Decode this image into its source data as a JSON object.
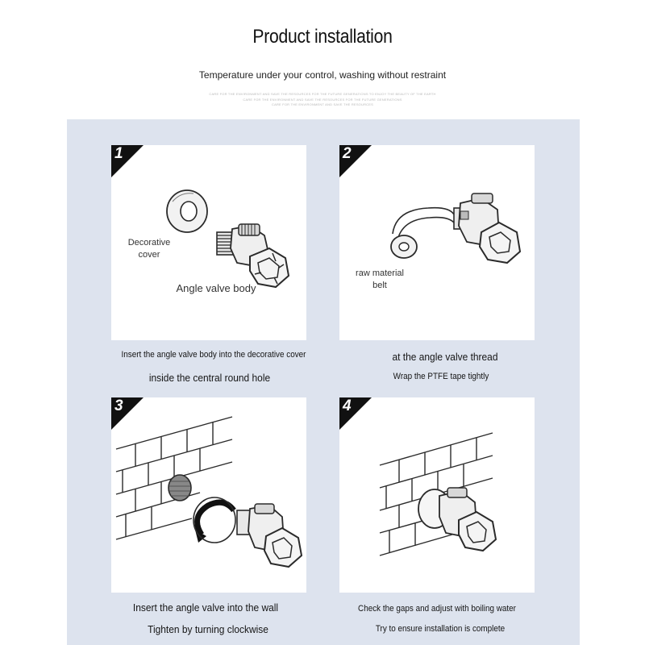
{
  "header": {
    "title": "Product installation",
    "subtitle": "Temperature under your control, washing without restraint",
    "fine_print": [
      "CARE FOR THE ENVIRONMENT AND SAVE THE RESOURCES FOR THE FUTURE GENERATIONS TO ENJOY THE BEAUTY OF THE EARTH",
      "CARE FOR THE ENVIRONMENT AND SAVE THE RESOURCES FOR THE FUTURE GENERATIONS",
      "CARE FOR THE ENVIRONMENT AND SAVE THE RESOURCES"
    ]
  },
  "steps": [
    {
      "number": "1",
      "labels": [
        "Decorative\ncover",
        "Angle valve body"
      ],
      "caption_top": "Insert the angle valve body into the decorative cover",
      "caption_bottom": "inside the central round hole"
    },
    {
      "number": "2",
      "labels": [
        "raw material\nbelt"
      ],
      "caption_top": "at the angle valve thread",
      "caption_bottom": "Wrap the PTFE tape tightly"
    },
    {
      "number": "3",
      "labels": [],
      "caption_top": "Insert the angle valve into the wall",
      "caption_bottom": "Tighten by turning clockwise"
    },
    {
      "number": "4",
      "labels": [],
      "caption_top": "Check the gaps and adjust with boiling water",
      "caption_bottom": "Try to ensure installation is complete"
    }
  ],
  "colors": {
    "panel": "#dde3ee",
    "badge": "#111111",
    "line": "#2a2a2a"
  }
}
